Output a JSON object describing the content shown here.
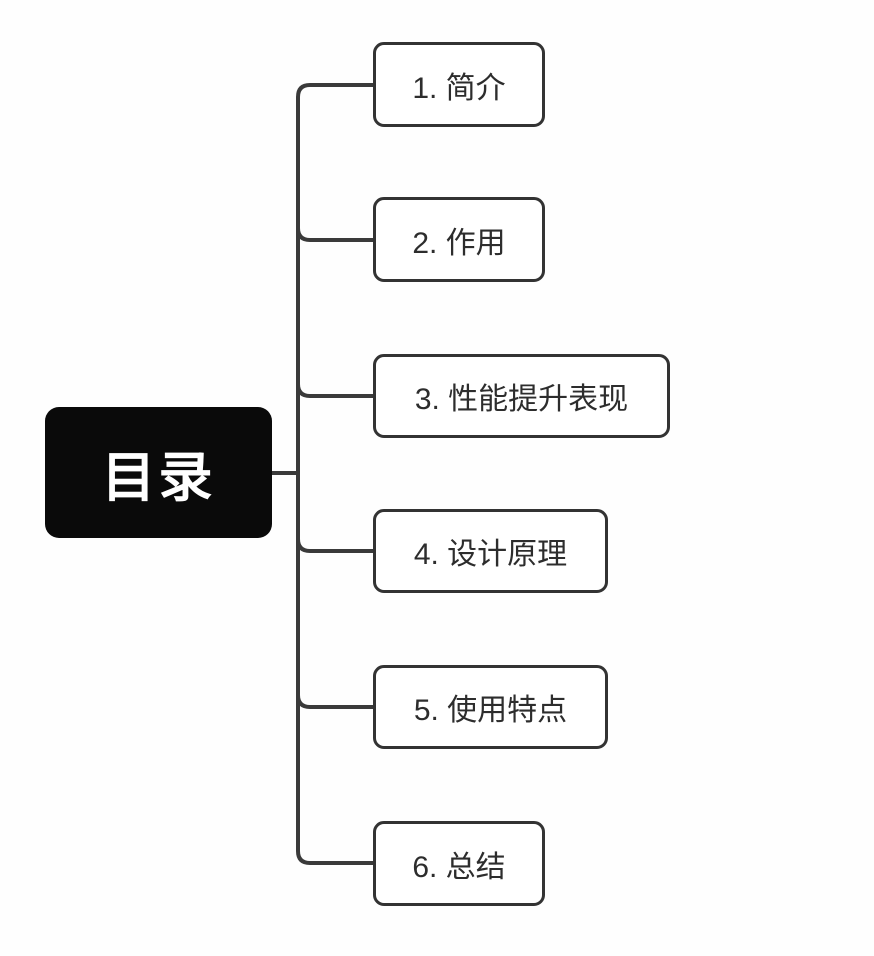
{
  "diagram": {
    "type": "mindmap",
    "root": {
      "label": "目录"
    },
    "children": [
      {
        "label": "1. 简介"
      },
      {
        "label": "2. 作用"
      },
      {
        "label": "3. 性能提升表现"
      },
      {
        "label": "4. 设计原理"
      },
      {
        "label": "5. 使用特点"
      },
      {
        "label": "6. 总结"
      }
    ],
    "colors": {
      "background": "#fefefe",
      "root_bg": "#0a0a0a",
      "root_text": "#ffffff",
      "node_bg": "#ffffff",
      "node_border": "#333333",
      "node_text": "#2d2d2d",
      "connector": "#3a3a3a"
    }
  }
}
